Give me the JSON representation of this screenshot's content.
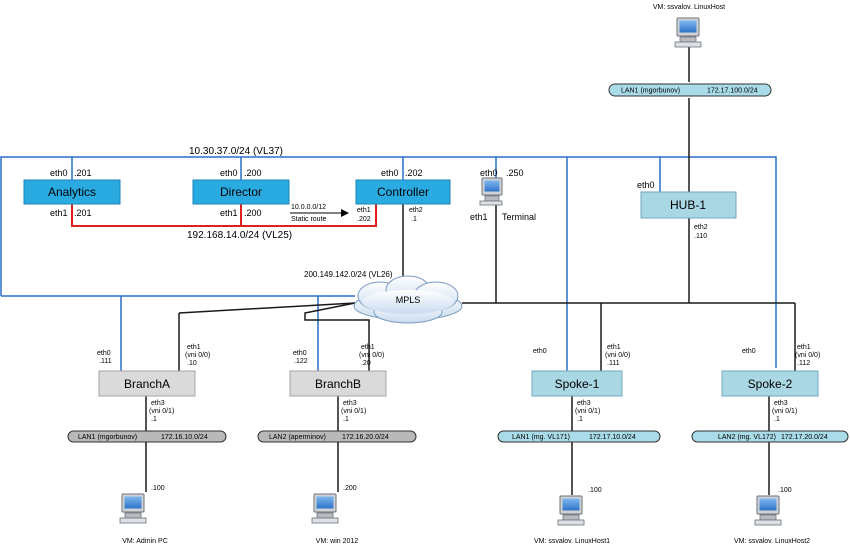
{
  "colors": {
    "blue_line": "#2a6fc9",
    "red_line": "#e02020",
    "dark_line": "#1a1a1a",
    "node_blue": "#29abe2",
    "node_lightblue": "#a9d7e4",
    "node_gray": "#dadada",
    "lan_blue": "#a9dbe8",
    "lan_gray": "#b9b9b9"
  },
  "networks": {
    "vl37": "10.30.37.0/24 (VL37)",
    "vl25": "192.168.14.0/24 (VL25)",
    "vl26": "200.149.142.0/24 (VL26)",
    "mpls": "MPLS",
    "static_route_net": "10.0.0.0/12",
    "static_route": "Static route"
  },
  "nodes": {
    "analytics": {
      "label": "Analytics",
      "eth0": "eth0",
      "eth0_ip": ".201",
      "eth1": "eth1",
      "eth1_ip": ".201"
    },
    "director": {
      "label": "Director",
      "eth0": "eth0",
      "eth0_ip": ".200",
      "eth1": "eth1",
      "eth1_ip": ".200"
    },
    "controller": {
      "label": "Controller",
      "eth0": "eth0",
      "eth0_ip": ".202",
      "eth1": "eth1",
      "eth1_ip": ".202",
      "eth2": "eth2",
      "eth2_ip": ".1"
    },
    "terminal": {
      "label": "Terminal",
      "eth0": "eth0",
      "eth0_ip": ".250",
      "eth1": "eth1"
    },
    "hub1": {
      "label": "HUB-1",
      "eth0": "eth0",
      "eth2": "eth2",
      "eth2_ip": ".110"
    },
    "brancha": {
      "label": "BranchA",
      "eth0": "eth0",
      "eth0_ip": ".111",
      "eth1": "eth1",
      "eth1_vni": "(vni 0/0)",
      "eth1_ip": ".10",
      "eth3": "eth3",
      "eth3_vni": "(vni 0/1)",
      "eth3_ip": ".1"
    },
    "branchb": {
      "label": "BranchB",
      "eth0": "eth0",
      "eth0_ip": ".122",
      "eth1": "eth1",
      "eth1_vni": "(vni 0/0)",
      "eth1_ip": ".20",
      "eth3": "eth3",
      "eth3_vni": "(vni 0/1)",
      "eth3_ip": ".1"
    },
    "spoke1": {
      "label": "Spoke-1",
      "eth0": "eth0",
      "eth1": "eth1",
      "eth1_vni": "(vni 0/0)",
      "eth1_ip": ".111",
      "eth3": "eth3",
      "eth3_vni": "(vni 0/1)",
      "eth3_ip": ".1"
    },
    "spoke2": {
      "label": "Spoke-2",
      "eth0": "eth0",
      "eth1": "eth1",
      "eth1_vni": "(vni 0/0)",
      "eth1_ip": ".112",
      "eth3": "eth3",
      "eth3_vni": "(vni 0/1)",
      "eth3_ip": ".1"
    }
  },
  "lans": {
    "top": {
      "name": "LAN1 (mgorbunov)",
      "subnet": "172.17.100.0/24"
    },
    "a": {
      "name": "LAN1 (mgorbunov)",
      "subnet": "172.16.10.0/24"
    },
    "b": {
      "name": "LAN2 (aperminov)",
      "subnet": "172.16.20.0/24"
    },
    "s1": {
      "name": "LAN1 (mg. VL171)",
      "subnet": "172.17.10.0/24"
    },
    "s2": {
      "name": "LAN2 (mg. VL172)",
      "subnet": "172.17.20.0/24"
    }
  },
  "vms": {
    "top": {
      "label": "VM: ssvalov. LinuxHost"
    },
    "a": {
      "label": "VM: Admin PC",
      "ip": ".100"
    },
    "b": {
      "label": "VM: win 2012",
      "ip": ".200"
    },
    "s1": {
      "label": "VM: ssvalov. LinuxHost1",
      "ip": ".100"
    },
    "s2": {
      "label": "VM: ssvalov. LinuxHost2",
      "ip": ".100"
    }
  }
}
